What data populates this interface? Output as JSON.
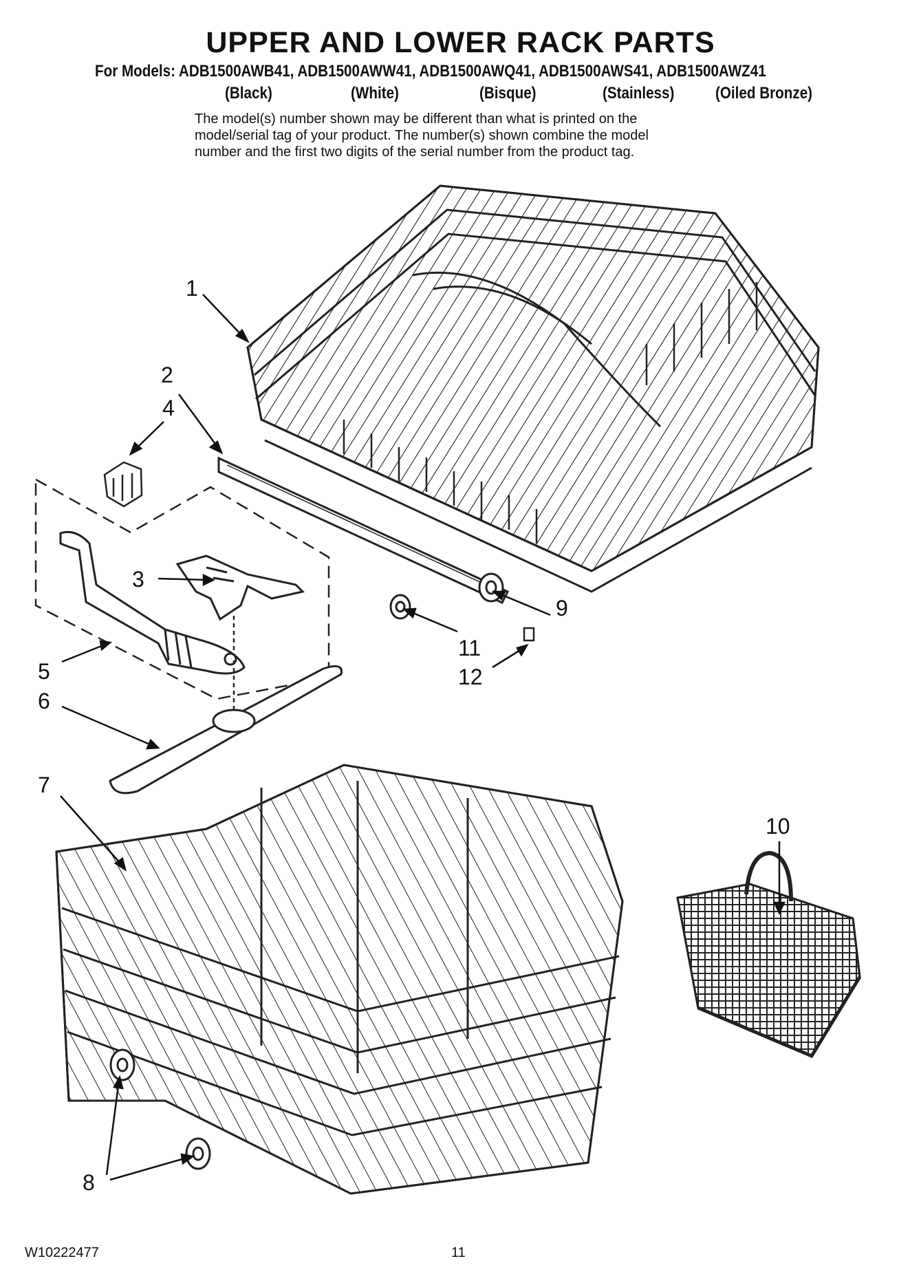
{
  "header": {
    "title": "UPPER AND LOWER RACK PARTS",
    "models_line": "For Models: ADB1500AWB41, ADB1500AWW41, ADB1500AWQ41, ADB1500AWS41, ADB1500AWZ41",
    "colors": [
      "(Black)",
      "(White)",
      "(Bisque)",
      "(Stainless)",
      "(Oiled Bronze)"
    ],
    "note_lines": [
      "The model(s) number shown may be different than what is printed on the",
      "model/serial tag of your product. The number(s) shown combine the model",
      "number and the first two digits of the serial number from the product tag."
    ]
  },
  "callouts": [
    "1",
    "2",
    "3",
    "4",
    "5",
    "6",
    "7",
    "8",
    "9",
    "10",
    "11",
    "12"
  ],
  "footer": {
    "doc_number": "W10222477",
    "page_number": "11"
  }
}
